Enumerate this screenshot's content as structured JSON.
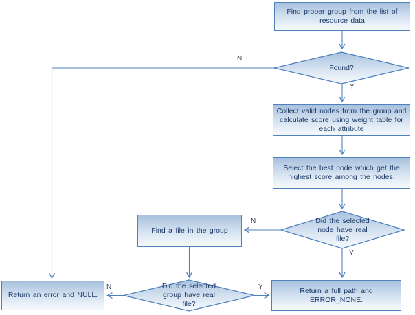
{
  "diagram": {
    "type": "flowchart",
    "nodes": {
      "find_group": {
        "shape": "process",
        "label": "Find proper group from the list of resource data"
      },
      "found": {
        "shape": "decision",
        "label": "Found?"
      },
      "collect_nodes": {
        "shape": "process",
        "label": "Collect valid nodes from the group and calculate score using weight table for each attribute"
      },
      "select_best": {
        "shape": "process",
        "label": "Select the best node which get the highest score among the nodes."
      },
      "node_has_real_file": {
        "shape": "decision",
        "label": "Did the selected node have real file?"
      },
      "find_file": {
        "shape": "process",
        "label": "Find a file in the group"
      },
      "group_has_real_file": {
        "shape": "decision",
        "label": "Did the selected group have real file?"
      },
      "return_error": {
        "shape": "process",
        "label": "Return an error and NULL."
      },
      "return_full_path": {
        "shape": "process",
        "label": "Return a full path and ERROR_NONE."
      }
    },
    "edge_labels": {
      "found_no": "N",
      "found_yes": "Y",
      "node_no": "N",
      "node_yes": "Y",
      "group_no": "N",
      "group_yes": "Y"
    },
    "edges": [
      {
        "from": "find_group",
        "to": "found",
        "label": ""
      },
      {
        "from": "found",
        "to": "return_error",
        "label": "N"
      },
      {
        "from": "found",
        "to": "collect_nodes",
        "label": "Y"
      },
      {
        "from": "collect_nodes",
        "to": "select_best",
        "label": ""
      },
      {
        "from": "select_best",
        "to": "node_has_real_file",
        "label": ""
      },
      {
        "from": "node_has_real_file",
        "to": "find_file",
        "label": "N"
      },
      {
        "from": "node_has_real_file",
        "to": "return_full_path",
        "label": "Y"
      },
      {
        "from": "find_file",
        "to": "group_has_real_file",
        "label": ""
      },
      {
        "from": "group_has_real_file",
        "to": "return_error",
        "label": "N"
      },
      {
        "from": "group_has_real_file",
        "to": "return_full_path",
        "label": "Y"
      }
    ],
    "colors": {
      "shape_border": "#4f81bd",
      "connector": "#4f81bd",
      "shape_fill_top": "#a7c0dd",
      "shape_fill_bottom": "#f5f9fd",
      "text": "#1c3a67",
      "background": "#ffffff"
    }
  }
}
